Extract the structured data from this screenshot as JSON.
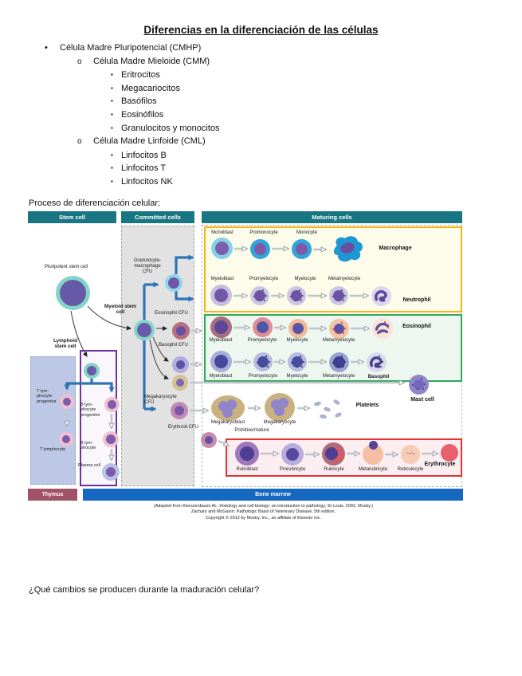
{
  "doc": {
    "title": "Diferencias en la diferenciación de las células",
    "outline": [
      {
        "level": 1,
        "text": "Célula Madre Pluripotencial (CMHP)"
      },
      {
        "level": 2,
        "text": "Célula Madre Mieloide (CMM)"
      },
      {
        "level": 3,
        "text": "Eritrocitos"
      },
      {
        "level": 3,
        "text": "Megacariocitos"
      },
      {
        "level": 3,
        "text": "Basófilos"
      },
      {
        "level": 3,
        "text": "Eosinófilos"
      },
      {
        "level": 3,
        "text": "Granulocitos y monocitos"
      },
      {
        "level": 2,
        "text": "Célula Madre Linfoide (CML)"
      },
      {
        "level": 3,
        "text": "Linfocitos B"
      },
      {
        "level": 3,
        "text": "Linfocitos T"
      },
      {
        "level": 3,
        "text": "Linfocitos NK"
      }
    ],
    "process_heading": "Proceso de diferenciación celular:",
    "question": "¿Qué cambios se producen durante la maduración celular?"
  },
  "diagram": {
    "headers": {
      "stem": "Stem cell",
      "committed": "Committed cells",
      "maturing": "Maturing cells"
    },
    "stem_column": {
      "pluripotent": "Pluripotent stem cell",
      "myeloid": "Myeloid stem cell",
      "lymphoid": "Lymphoid stem cell",
      "t_progenitor": "T lym- phocyte progenitor",
      "t_lymphocyte": "T lymphocyte",
      "b_progenitor": "B lym- phocyte progenitor",
      "b_lymphocyte": "B lym- phocyte",
      "plasma_cell": "Plasma cell"
    },
    "committed_column": {
      "gm_cfu": "Granulocyte- macrophage CFU",
      "eosinophil_cfu": "Eosinophil CFU",
      "basophil_cfu": "Basophil CFU",
      "megakaryocyte_cfu": "Megakaryocyte CFU",
      "erythroid_cfu": "Erythroid CFU"
    },
    "rows": {
      "monocyte": {
        "stages": [
          "Monoblast",
          "Promonocyte",
          "Monocyte"
        ],
        "result": "Macrophage"
      },
      "neutrophil": {
        "stages": [
          "Myeloblast",
          "Promyelocyte",
          "Myelocyte",
          "Metamyelocyte"
        ],
        "result": "Neutrophil"
      },
      "eosinophil": {
        "stages": [
          "Myeloblast",
          "Promyelocyte",
          "Myelocyte",
          "Metamyelocyte"
        ],
        "result": "Eosinophil"
      },
      "basophil": {
        "stages": [
          "Myeloblast",
          "Promyelocyte",
          "Myelocyte",
          "Metamyelocyte"
        ],
        "result": "Basophil"
      },
      "megakaryocyte": {
        "stages": [
          "Megakaryoblast",
          "Megakaryocyte"
        ],
        "result": "Platelets",
        "note": "Primitive/mature"
      },
      "erythroid": {
        "stages": [
          "Rubriblast",
          "Prorubricyte",
          "Rubricyte",
          "Metarubricyte",
          "Reticulocyte"
        ],
        "result": "Erythrocyte"
      }
    },
    "mast_cell": "Mast cell",
    "bottom_bars": {
      "thymus": "Thymus",
      "bone_marrow": "Bone marrow"
    },
    "caption": {
      "line1": "(Adapted from Kierszenbaum AL: Histology and cell biology: an introduction to pathology, St Louis, 2002, Mosby.)",
      "line2": "Zachary and McGavin: Pathologic Basis of Veterinary Disease, 5th edition.",
      "line3": "Copyright © 2012 by Mosby, Inc., an affiliate of Elsevier Inc."
    },
    "colors": {
      "header_teal": "#187683",
      "monocyte_box_border": "#f2b616",
      "granulocyte_box_border": "#2fa757",
      "erythroid_box_border": "#e23333",
      "thymus_bar": "#a15168",
      "bone_marrow_bar": "#1568c0",
      "lineage_arrow_blue": "#2e74b5",
      "lymphoid_region_fill": "#bdc8e6",
      "b_cell_box_border": "#7030a0"
    }
  }
}
